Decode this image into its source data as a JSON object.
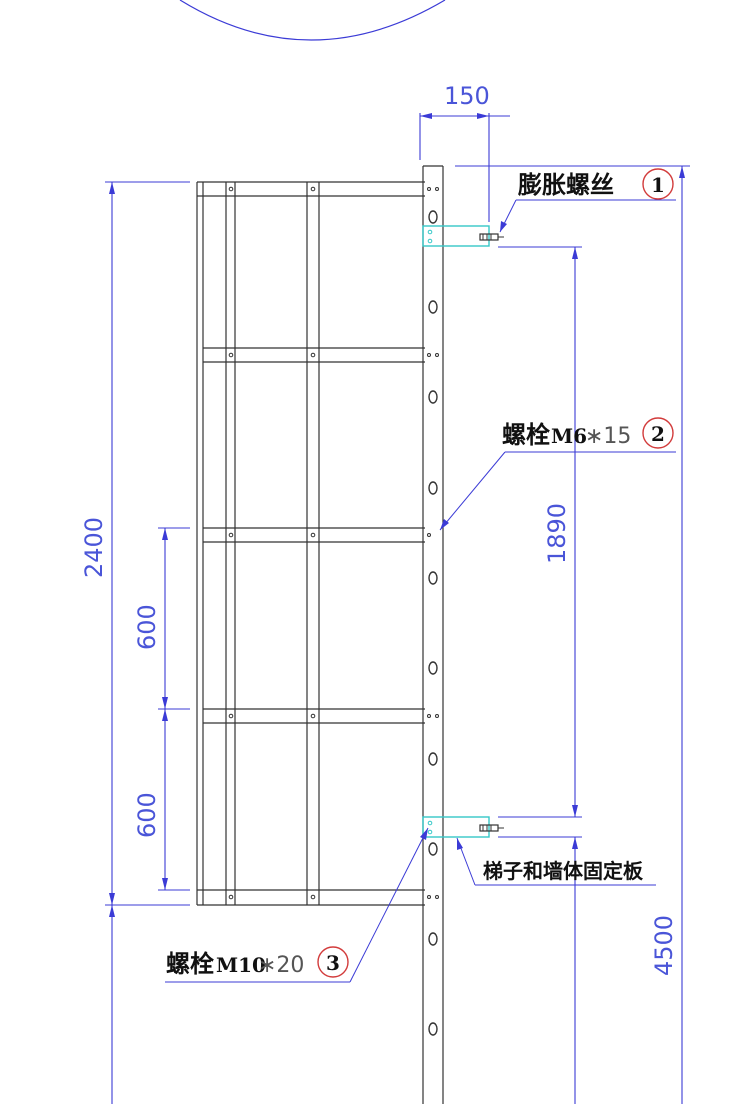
{
  "colors": {
    "dimension": "#3b3bd6",
    "frame": "#333333",
    "plate": "#35c8c8",
    "callout_circle": "#d23b3b"
  },
  "dimensions": {
    "width_150": "150",
    "height_2400": "2400",
    "height_600_upper": "600",
    "height_600_lower": "600",
    "height_1890": "1890",
    "height_4500": "4500"
  },
  "callouts": {
    "c1": {
      "label": "膨胀螺丝",
      "number": "1"
    },
    "c2": {
      "label_cn": "螺栓",
      "label_spec": "M6",
      "label_tail": "∗15",
      "number": "2"
    },
    "c3": {
      "label_cn": "螺栓",
      "label_spec": "M10",
      "label_tail": "∗20",
      "number": "3"
    },
    "plate": {
      "label": "梯子和墙体固定板"
    }
  }
}
